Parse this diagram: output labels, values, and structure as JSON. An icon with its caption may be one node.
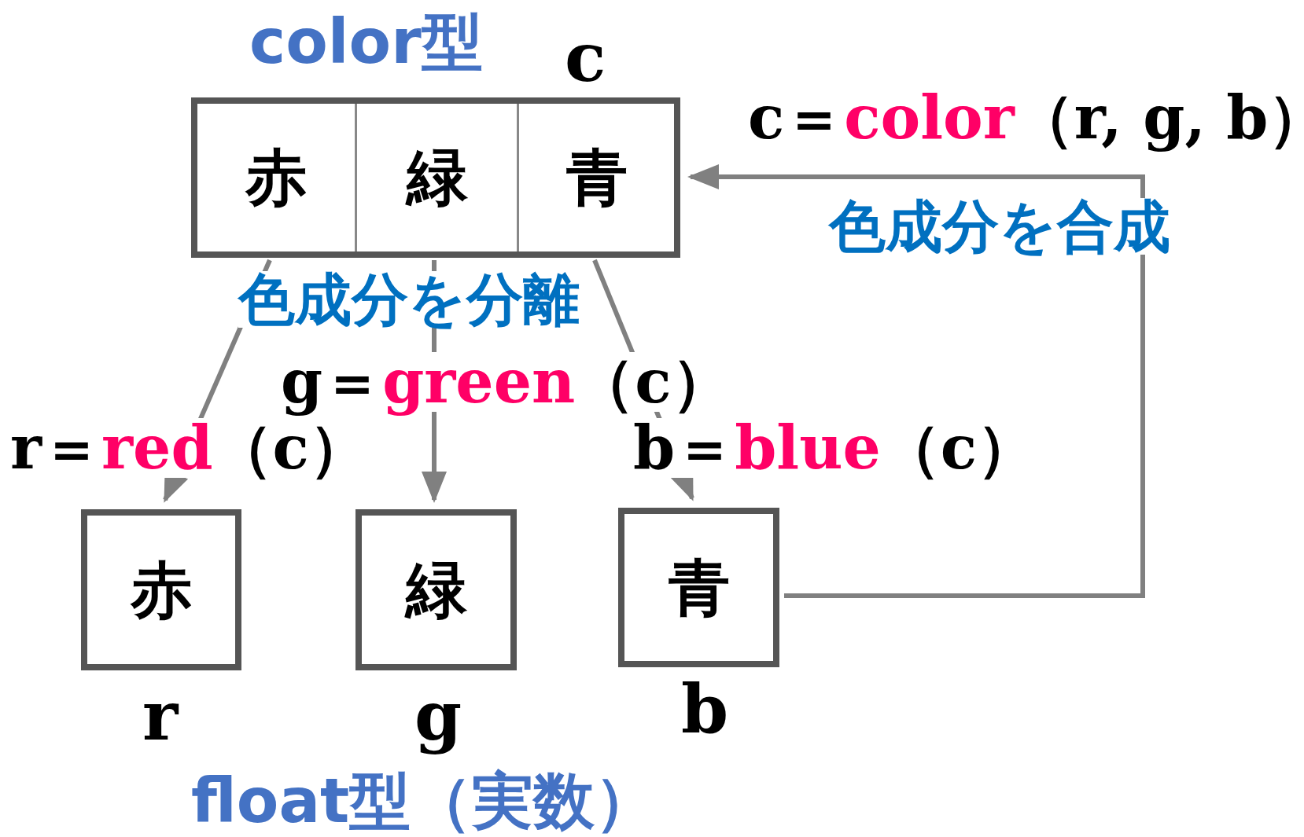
{
  "diagram": {
    "nodes": [
      {
        "text": [],
        "shape": "box",
        "beside": [
          "c"
        ]
      },
      {
        "text": [
          "赤"
        ],
        "in": 0
      },
      {
        "text": [
          "緑"
        ],
        "in": 0
      },
      {
        "text": [
          "青"
        ],
        "in": 0
      },
      {
        "text": [
          "赤"
        ],
        "beside": [
          "r"
        ]
      },
      {
        "text": [
          "緑"
        ],
        "beside": [
          "g"
        ]
      },
      {
        "text": [
          "青"
        ],
        "beside": [
          "b"
        ]
      }
    ],
    "edges": [
      {
        "from": 1,
        "to": 4,
        "arrow": "to",
        "label": "r＝red（c）"
      },
      {
        "from": 2,
        "to": 5,
        "arrow": "to",
        "label": "g＝green（c）"
      },
      {
        "from": 3,
        "to": 6,
        "arrow": "to",
        "label": "b＝blue（c）"
      },
      {
        "from": 6,
        "to": 0,
        "arrow": "to",
        "label": "色成分を合成"
      }
    ],
    "labels": [
      "color型",
      "c＝color（r, g, b）",
      "色成分を分離",
      "float型（実数）"
    ]
  }
}
